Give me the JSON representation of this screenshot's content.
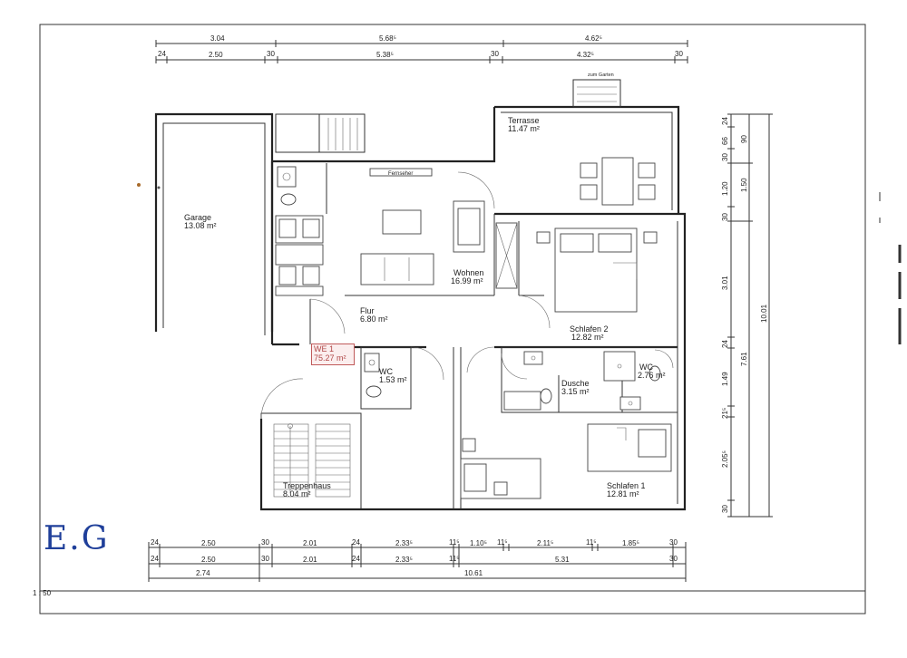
{
  "rooms": {
    "terrasse": {
      "name": "Terrasse",
      "area": "11.47 m²"
    },
    "garage": {
      "name": "Garage",
      "area": "13.08 m²"
    },
    "wohnen": {
      "name": "Wohnen",
      "area": "16.99 m²"
    },
    "flur": {
      "name": "Flur",
      "area": "6.80 m²"
    },
    "schlafen2": {
      "name": "Schlafen 2",
      "area": "12.82 m²"
    },
    "wc1": {
      "name": "WC",
      "area": "1.53 m²"
    },
    "dusche": {
      "name": "Dusche",
      "area": "3.15 m²"
    },
    "wc2": {
      "name": "WC",
      "area": "2.76 m²"
    },
    "treppenhaus": {
      "name": "Treppenhaus",
      "area": "8.04 m²"
    },
    "schlafen1": {
      "name": "Schlafen 1",
      "area": "12.81 m²"
    }
  },
  "unit": {
    "name": "WE 1",
    "area": "75.27 m²"
  },
  "labels": {
    "fernseher": "Fernseher",
    "zum_garten": "zum Garten",
    "scale": "1 : 50",
    "handwritten": "E.G"
  },
  "dims_top": {
    "row1": [
      "3.04",
      "5.68⁵",
      "4.62⁵"
    ],
    "row2": [
      "24",
      "2.50",
      "30",
      "5.38⁵",
      "30",
      "4.32⁵",
      "30"
    ]
  },
  "dims_bottom": {
    "row1": [
      "24",
      "2.50",
      "30",
      "2.01",
      "24",
      "2.33⁵",
      "11⁵",
      "1.10⁵",
      "11⁵",
      "2.11⁵",
      "11⁵",
      "1.85⁵",
      "30"
    ],
    "row2": [
      "24",
      "2.50",
      "30",
      "2.01",
      "24",
      "2.33⁵",
      "11⁵",
      "5.31",
      "30"
    ],
    "row3": [
      "2.74",
      "10.61"
    ]
  },
  "dims_right": {
    "col1": [
      "24",
      "66",
      "30",
      "1.20",
      "30",
      "3.01",
      "24",
      "1.49",
      "21⁵",
      "2.05⁵",
      "30"
    ],
    "col2": [
      "90",
      "1.50",
      "7.61"
    ],
    "col3": [
      "10.01"
    ]
  }
}
